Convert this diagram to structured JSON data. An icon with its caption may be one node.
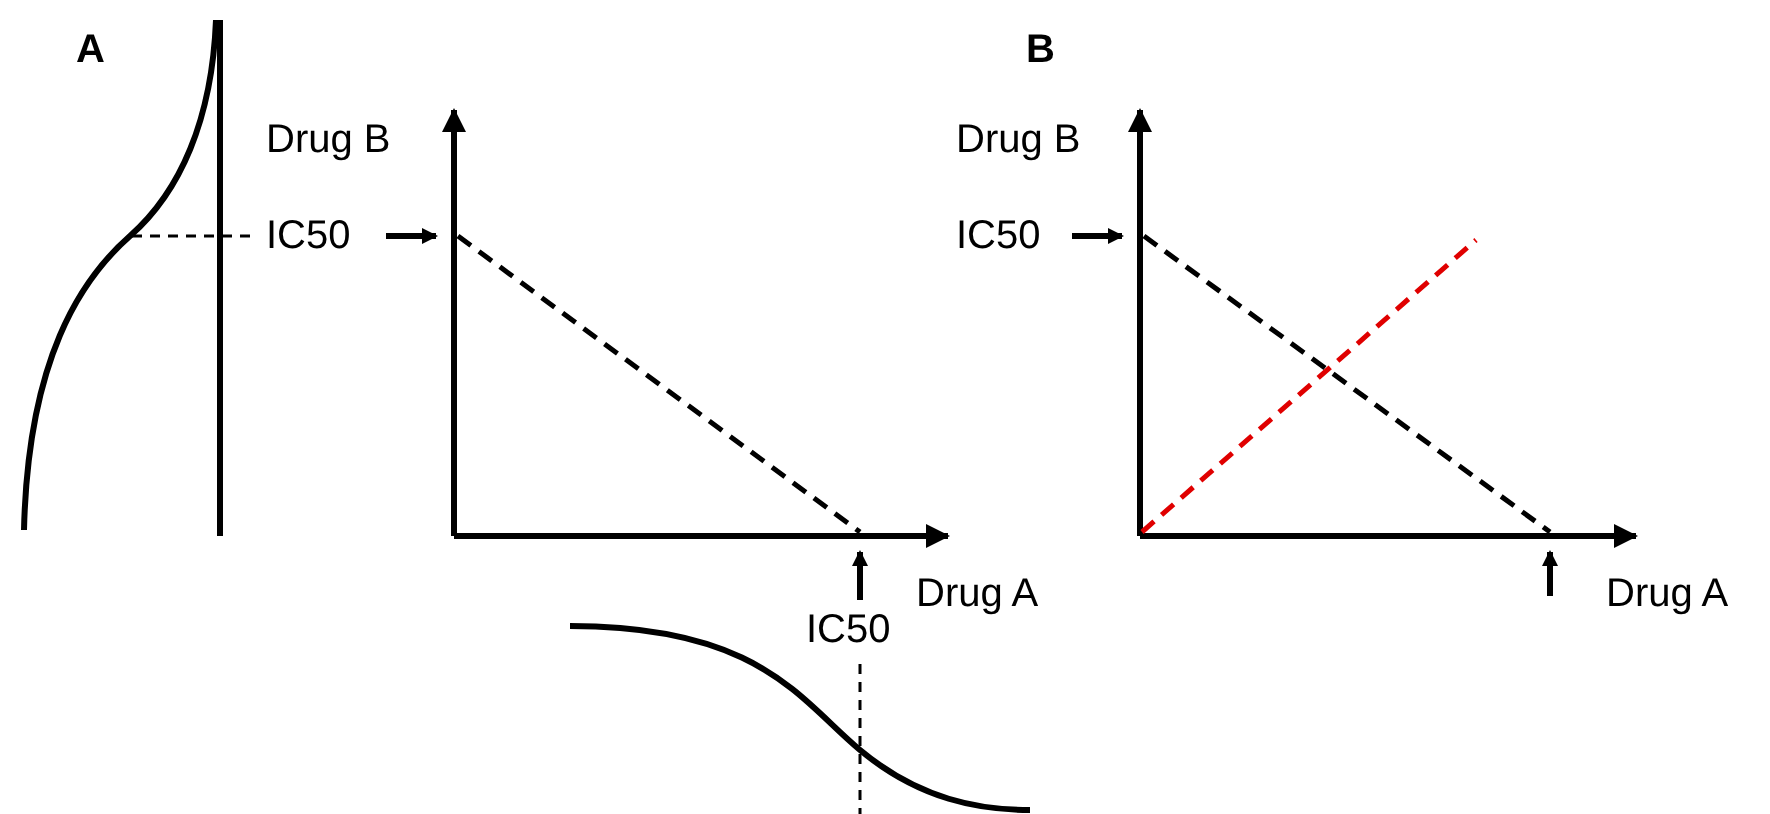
{
  "diagram": {
    "nodes": [
      {
        "text": [
          "IC50"
        ]
      },
      {
        "text": [
          "IC50"
        ]
      },
      {
        "text": [
          "IC50"
        ]
      }
    ],
    "edges": [
      {
        "from": 0,
        "to": null,
        "arrow": "to"
      },
      {
        "from": 1,
        "to": null,
        "arrow": "to"
      },
      {
        "from": 2,
        "to": null,
        "arrow": "to"
      }
    ],
    "labels": [
      "A",
      "B",
      "Drug B",
      "Drug B",
      "Drug A",
      "Drug A"
    ]
  }
}
